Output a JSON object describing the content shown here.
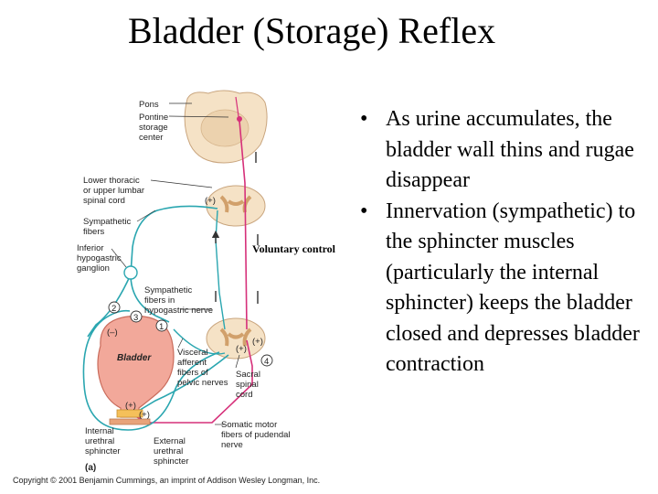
{
  "title": "Bladder (Storage) Reflex",
  "bullets": [
    "As urine accumulates, the bladder wall thins and rugae disappear",
    "Innervation (sympathetic) to the sphincter muscles (particularly the internal sphincter) keeps the bladder closed and depresses bladder contraction"
  ],
  "figure": {
    "labels": {
      "pons": "Pons",
      "pontine_1": "Pontine",
      "pontine_2": "storage",
      "pontine_3": "center",
      "lower_thoracic_1": "Lower thoracic",
      "lower_thoracic_2": "or upper lumbar",
      "lower_thoracic_3": "spinal cord",
      "sympathetic_1": "Sympathetic",
      "sympathetic_2": "fibers",
      "inferior_1": "Inferior",
      "inferior_2": "hypogastric",
      "inferior_3": "ganglion",
      "symp_hypo_1": "Sympathetic",
      "symp_hypo_2": "fibers in",
      "symp_hypo_3": "hypogastric nerve",
      "bladder": "Bladder",
      "visceral_1": "Visceral",
      "visceral_2": "afferent",
      "visceral_3": "fibers of",
      "visceral_4": "pelvic nerves",
      "sacral_1": "Sacral",
      "sacral_2": "spinal",
      "sacral_3": "cord",
      "somatic_1": "Somatic motor",
      "somatic_2": "fibers of pudendal",
      "somatic_3": "nerve",
      "internal_1": "Internal",
      "internal_2": "urethral",
      "internal_3": "sphincter",
      "external_1": "External",
      "external_2": "urethral",
      "external_3": "sphincter",
      "panel": "(a)",
      "voluntary": "Voluntary control"
    },
    "markers": {
      "n1": "1",
      "n2": "2",
      "n3": "3",
      "n4": "4",
      "plus": "(+)",
      "minus": "(–)"
    },
    "colors": {
      "pink_pathway": "#d6307a",
      "teal_pathway": "#2aa6b0",
      "bladder_fill": "#f2a89a",
      "cord_fill": "#f0dcc0"
    }
  },
  "copyright": "Copyright © 2001 Benjamin Cummings, an imprint of Addison Wesley Longman, Inc."
}
